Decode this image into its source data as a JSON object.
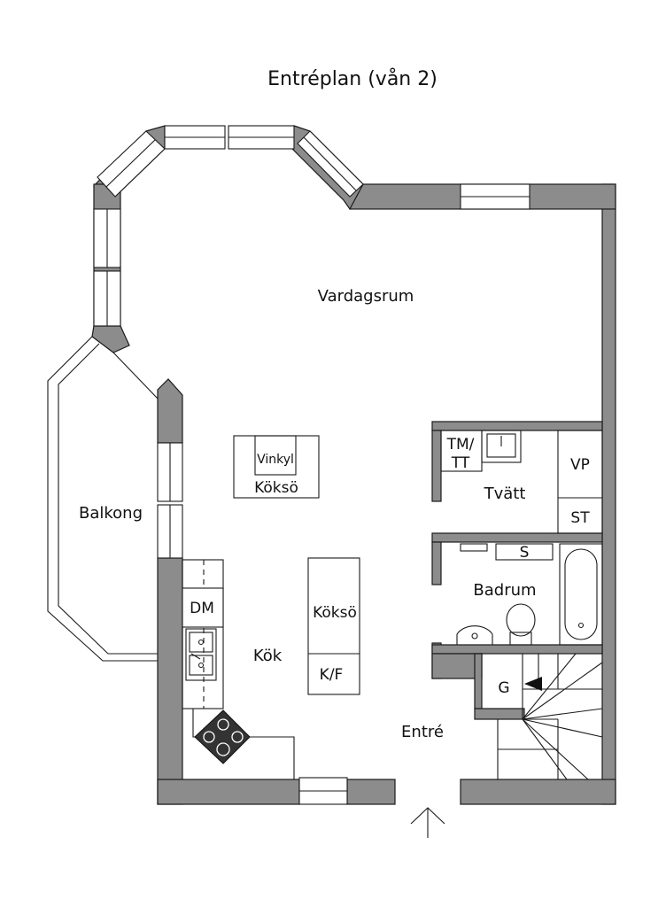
{
  "title": "Entréplan (vån 2)",
  "rooms": {
    "vardagsrum": "Vardagsrum",
    "balkong": "Balkong",
    "kok": "Kök",
    "entre": "Entré",
    "tvatt": "Tvätt",
    "badrum": "Badrum"
  },
  "fixtures": {
    "vinkyl": "Vinkyl",
    "kokso_1": "Köksö",
    "kokso_2": "Köksö",
    "kf": "K/F",
    "dm": "DM",
    "tm": "TM/",
    "tt": "TT",
    "vp": "VP",
    "st": "ST",
    "s": "S",
    "g": "G"
  },
  "icons": {
    "entrance": "entrance-arrow-icon",
    "stair_direction": "stair-direction-arrow-icon",
    "stove": "stove-icon",
    "sink": "sink-icon",
    "toilet": "toilet-icon",
    "bathtub": "bathtub-icon"
  },
  "colors": {
    "wall": "#8c8c8c",
    "line": "#1a1a1a",
    "stove": "#333333",
    "background": "#ffffff"
  }
}
